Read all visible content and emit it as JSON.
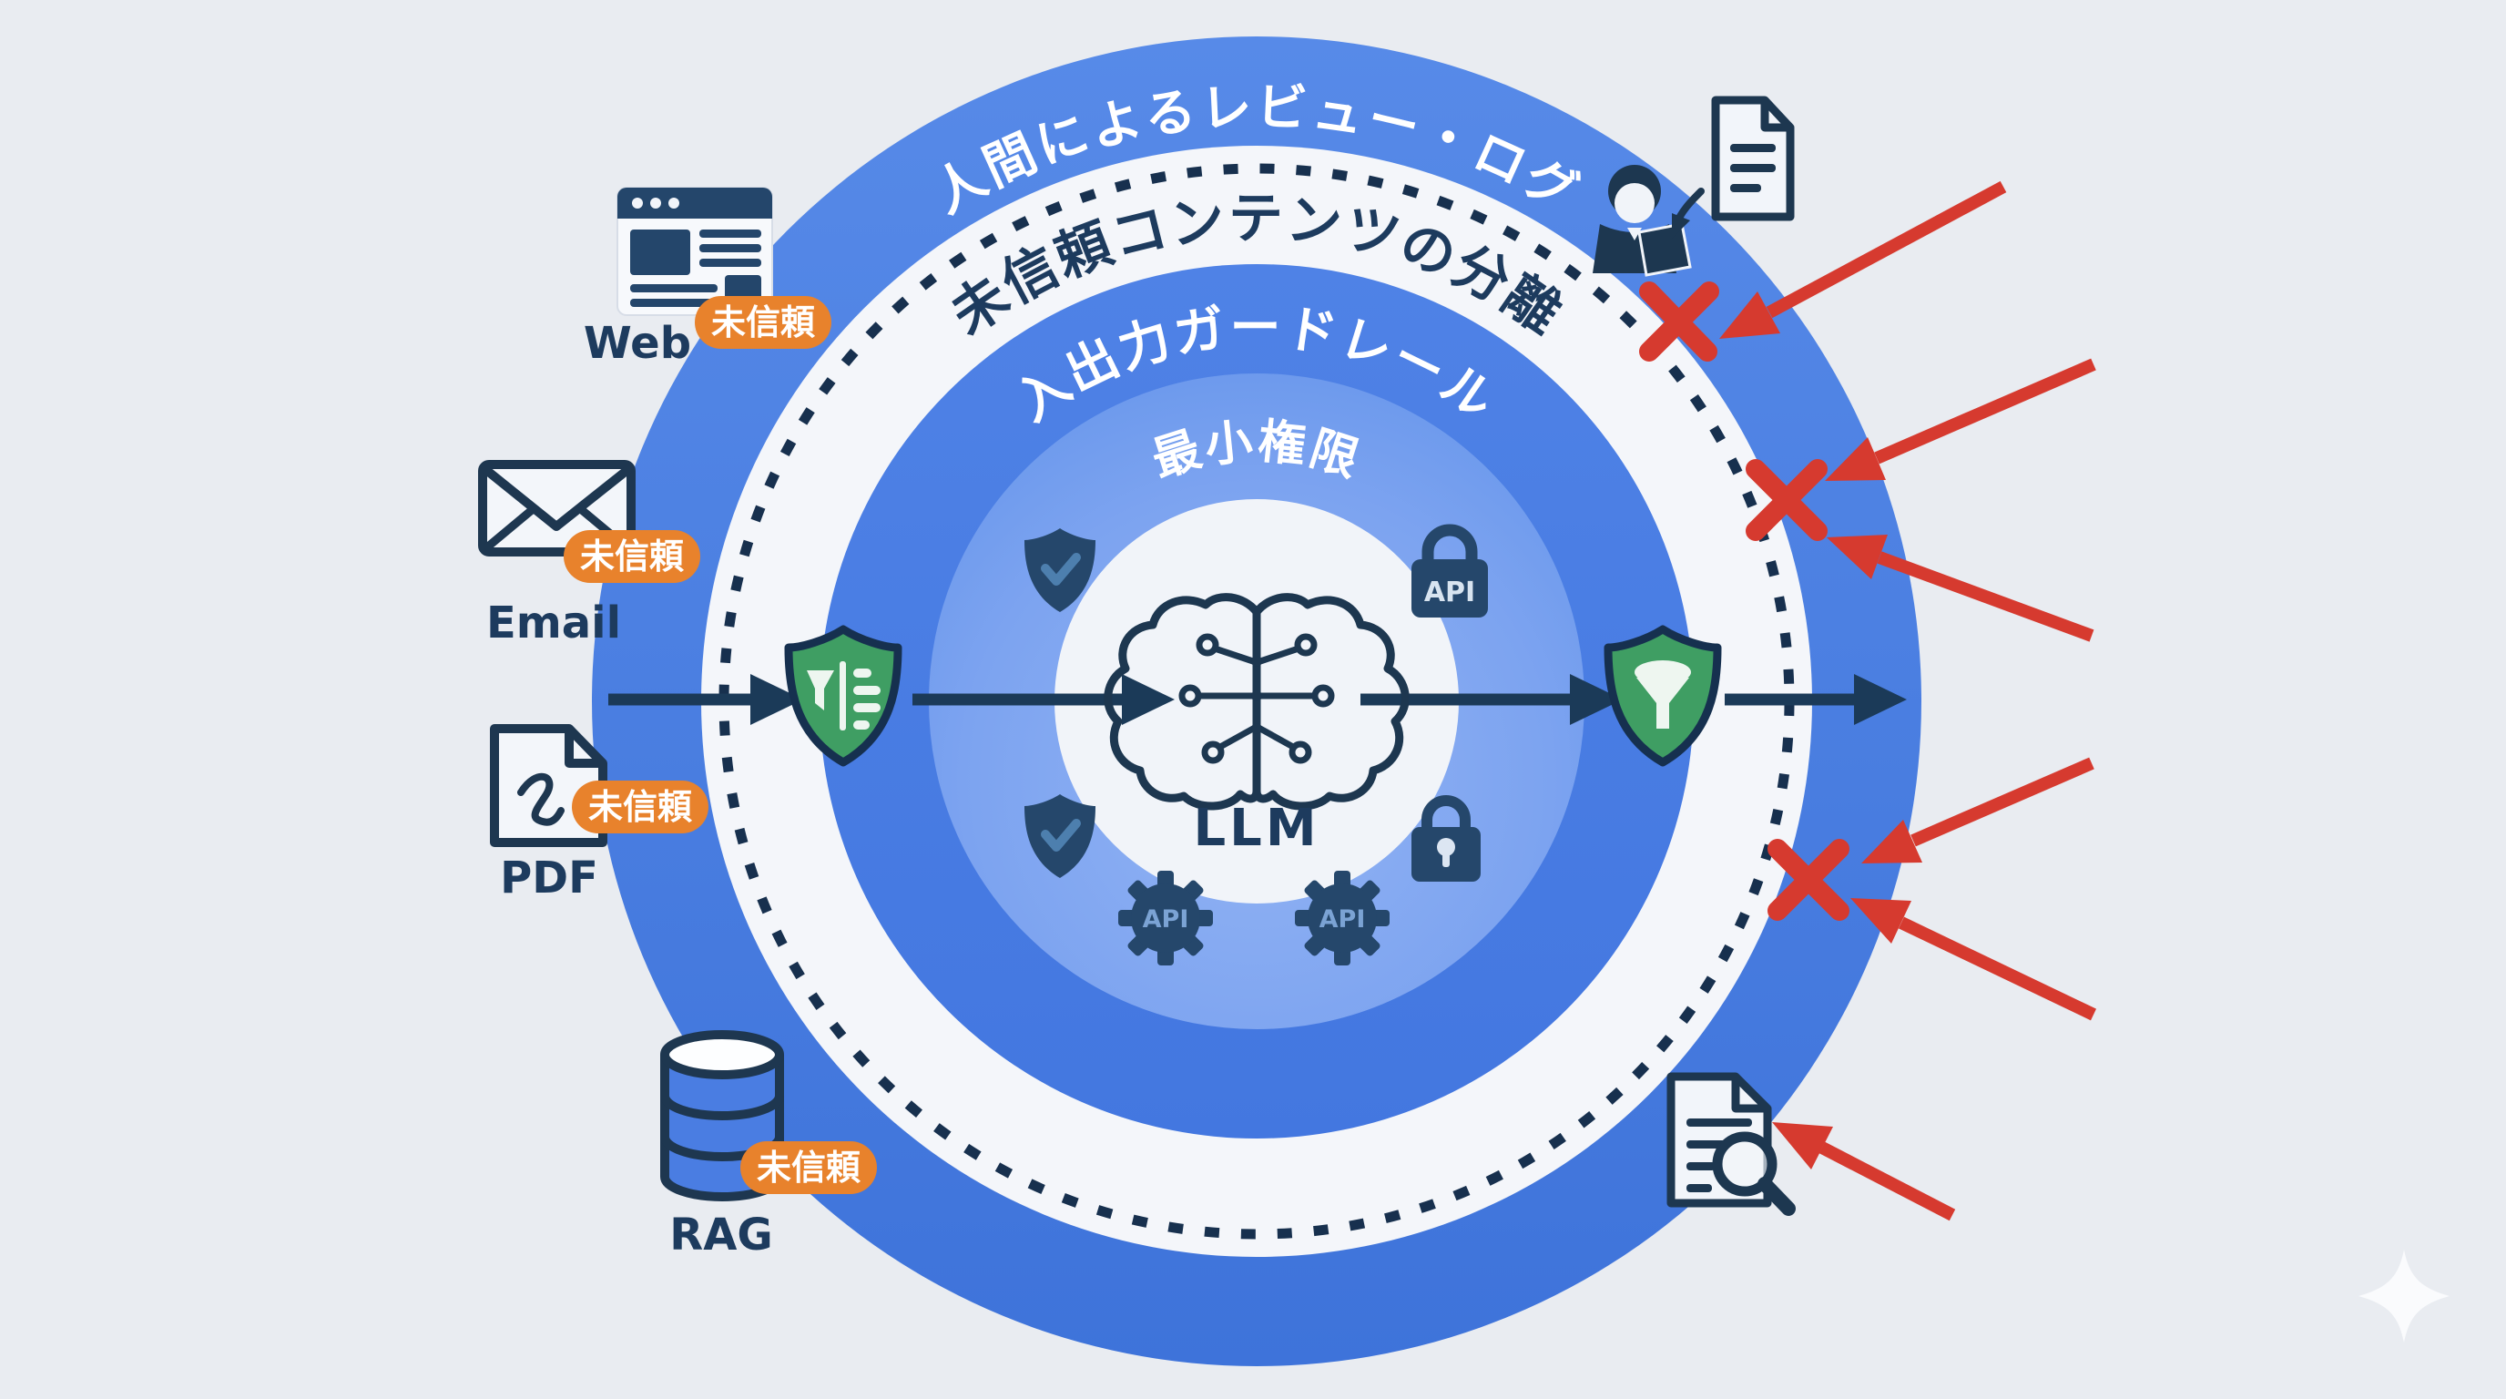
{
  "diagram_title": "LLM defense-in-depth rings",
  "rings": {
    "review": {
      "label": "人間によるレビュー・ログ"
    },
    "isolation": {
      "label": "未信頼コンテンツの分離"
    },
    "guardrails": {
      "label": "入出力ガードレール"
    },
    "least_privilege": {
      "label": "最小権限"
    },
    "core": {
      "label": "LLM"
    }
  },
  "sources": [
    {
      "name": "Web",
      "badge": "未信頼",
      "icon": "browser-icon"
    },
    {
      "name": "Email",
      "badge": "未信頼",
      "icon": "envelope-icon"
    },
    {
      "name": "PDF",
      "badge": "未信頼",
      "icon": "pdf-document-icon"
    },
    {
      "name": "RAG",
      "badge": "未信頼",
      "icon": "database-icon"
    }
  ],
  "inner_icons": {
    "api_lock_label": "API",
    "api_gear_left_label": "API",
    "api_gear_right_label": "API",
    "names": [
      "shield-check-icon",
      "api-lock-icon",
      "shield-check-icon",
      "padlock-icon",
      "api-gear-icon",
      "api-gear-icon"
    ]
  },
  "flow_icons": {
    "input_guardrail": "filter-shield-icon",
    "output_guardrail": "funnel-shield-icon",
    "core": "brain-icon"
  },
  "right_icons": {
    "top_document": "document-icon",
    "reviewer": "human-reviewer-laptop-icon",
    "review_arrow": "curved-arrow-icon",
    "bottom_document": "document-search-icon",
    "sparkle": "sparkle-icon"
  },
  "attacks": {
    "blocked_marks": 3,
    "arrow_count": 6,
    "mark_icon": "blocked-x-icon",
    "arrow_icon": "attack-arrow-icon"
  },
  "colors": {
    "background": "#e9ecf1",
    "outer_blue": "#4478e0",
    "mid_blue": "#4a80e5",
    "light_blue": "#7ba2ef",
    "ring_white": "#f4f6fa",
    "navy": "#1d3b5e",
    "orange": "#e8822c",
    "green": "#3f9e63",
    "red": "#d63a2f",
    "white": "#ffffff"
  }
}
